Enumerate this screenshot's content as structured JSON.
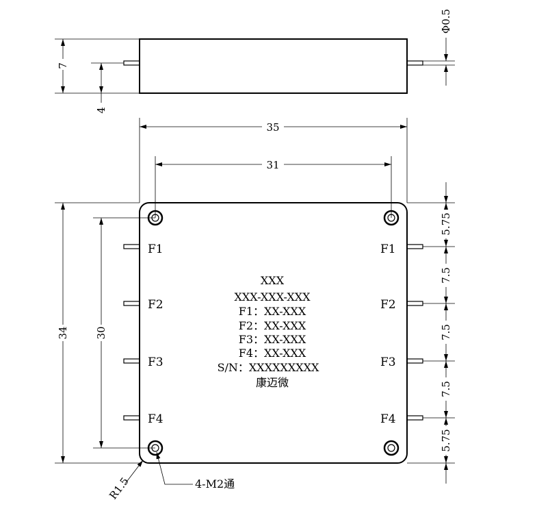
{
  "side_view": {
    "dim_height": "7",
    "dim_pin_height": "4",
    "dim_pin_diameter": "Φ0.5"
  },
  "top_view": {
    "dim_width": "35",
    "dim_hole_spacing_x": "31",
    "dim_height": "34",
    "dim_hole_spacing_y": "30",
    "dim_pitch_top": "5.75",
    "dim_pitch_1": "7.5",
    "dim_pitch_2": "7.5",
    "dim_pitch_3": "7.5",
    "dim_pitch_bottom": "5.75",
    "corner_radius": "R1.5",
    "hole_callout": "4-M2通",
    "pins_left": [
      "F1",
      "F2",
      "F3",
      "F4"
    ],
    "pins_right": [
      "F1",
      "F2",
      "F3",
      "F4"
    ],
    "label_lines": [
      "XXX",
      "XXX-XXX-XXX",
      "F1：XX-XXX",
      "F2：XX-XXX",
      "F3：XX-XXX",
      "F4：XX-XXX",
      "S/N：XXXXXXXXX",
      "康迈微"
    ]
  }
}
